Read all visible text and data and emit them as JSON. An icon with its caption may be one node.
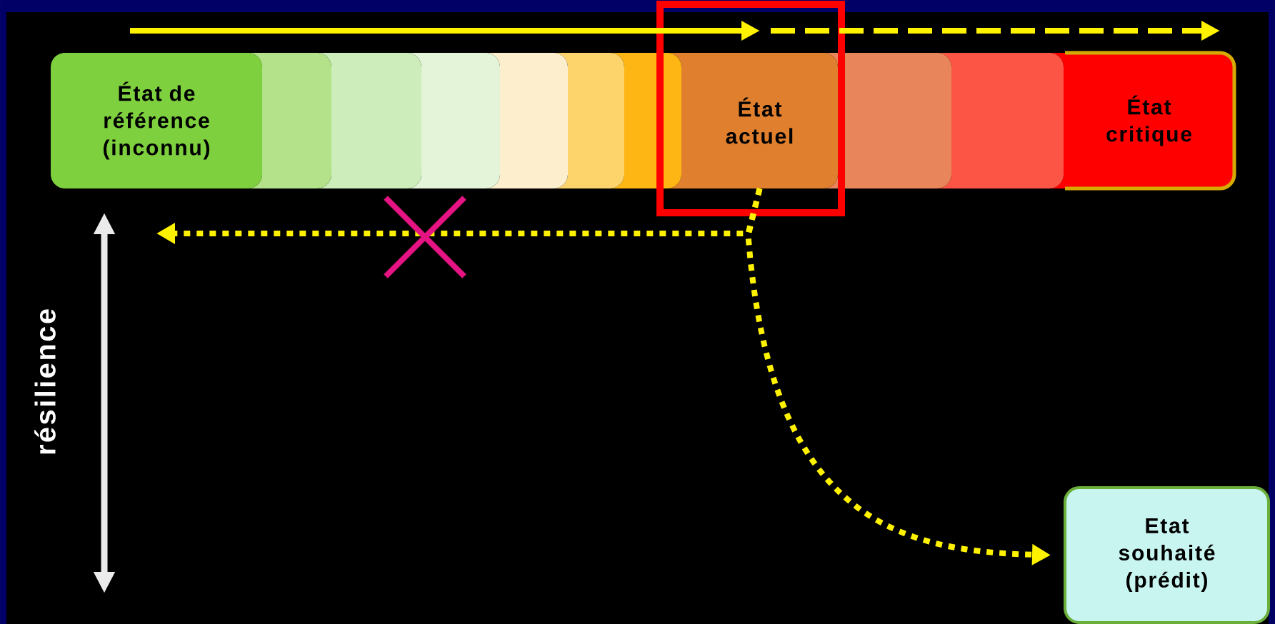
{
  "diagram": {
    "nodes": [
      {
        "text": [
          "État de référence (inconnu)"
        ]
      },
      {
        "text": [],
        "shape": "box"
      },
      {
        "text": [],
        "shape": "box"
      },
      {
        "text": [],
        "shape": "box"
      },
      {
        "text": [],
        "shape": "box"
      },
      {
        "text": [],
        "shape": "box"
      },
      {
        "text": [],
        "shape": "box"
      },
      {
        "text": [
          "État actuel"
        ]
      },
      {
        "text": [],
        "shape": "box"
      },
      {
        "text": [],
        "shape": "box"
      },
      {
        "text": [
          "État critique"
        ]
      },
      {
        "text": [
          "Etat souhaité (prédit)"
        ]
      }
    ],
    "edges": [
      {
        "from": 7,
        "to": 0,
        "arrow": "to",
        "style": "dashed"
      },
      {
        "from": 7,
        "to": 11,
        "arrow": "to",
        "style": "dashed"
      }
    ],
    "labels": [
      "résilience"
    ]
  }
}
